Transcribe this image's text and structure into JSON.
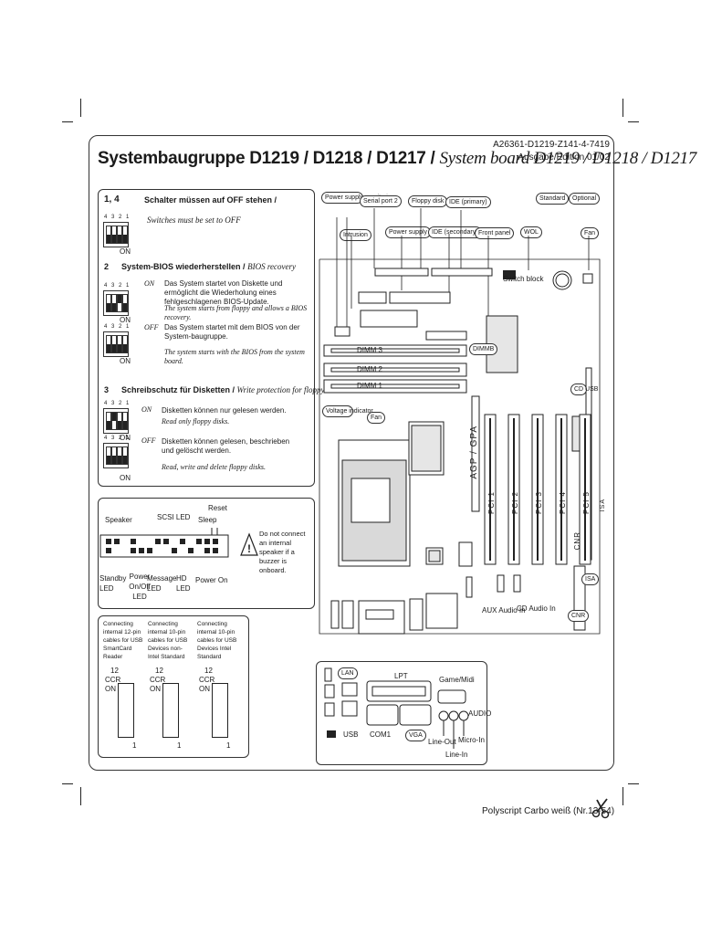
{
  "header": {
    "title_de": "Systembaugruppe D1219 / D1218 / D1217 /",
    "title_en": "System board D1219 / D1218 / D1217",
    "part_number": "A26361-D1219-Z141-4-7419",
    "edition": "Ausgabe/Edition 01/02"
  },
  "switches": {
    "s14": {
      "num": "1, 4",
      "text_de": "Schalter müssen auf OFF stehen /",
      "text_en": "Switches  must be set to OFF"
    },
    "s2": {
      "num": "2",
      "text_de": "System-BIOS wiederherstellen /",
      "text_en": "BIOS recovery",
      "on_label": "ON",
      "on_de": "Das System startet von Diskette und ermöglicht die Wiederholung eines fehlgeschlagenen BIOS-Update.",
      "on_en": "The system starts from floppy and allows a BIOS recovery.",
      "off_label": "OFF",
      "off_de": "Das System startet mit dem BIOS von der System-baugruppe.",
      "off_en": "The system starts with the BIOS from the system board."
    },
    "s3": {
      "num": "3",
      "text_de": "Schreibschutz für Disketten /",
      "text_en": "Write protection for floppy disks",
      "on_label": "ON",
      "on_de": "Disketten können nur gelesen werden.",
      "on_en": "Read only floppy disks.",
      "off_label": "OFF",
      "off_de": "Disketten können gelesen, beschrieben und gelöscht werden.",
      "off_en": "Read, write and delete floppy disks."
    },
    "dip_numbers": "4 3 2 1",
    "on": "ON"
  },
  "front_panel": {
    "reset": "Reset",
    "speaker": "Speaker",
    "scsi_led": "SCSI LED",
    "sleep": "Sleep",
    "standby_led": "Standby LED",
    "power_onoff_led": "Power On/Off LED",
    "message_led": "Message LED",
    "hd_led": "HD LED",
    "power_on": "Power On",
    "warning": "Do not connect an internal speaker if a buzzer is onboard."
  },
  "usb_cables": [
    {
      "text": "Connecting internal 12-pin cables for USB SmartCard Reader",
      "pins": "12",
      "ccr": "CCR",
      "on": "ON",
      "one": "1"
    },
    {
      "text": "Connecting internal 10-pin cables for USB Devices non-Intel Standard",
      "pins": "12",
      "ccr": "CCR",
      "on": "ON",
      "one": "1"
    },
    {
      "text": "Connecting internal 10-pin cables for USB Devices Intel Standard",
      "pins": "12",
      "ccr": "CCR",
      "on": "ON",
      "one": "1"
    }
  ],
  "board_labels": {
    "power_supply_monitoring": "Power supply monitoring",
    "serial_port_2": "Serial port 2",
    "floppy_disk": "Floppy disk",
    "ide_primary": "IDE (primary)",
    "standard": "Standard",
    "optional": "Optional",
    "intrusion": "Intrusion",
    "power_supply": "Power supply",
    "ide_secondary": "IDE (secondary)",
    "front_panel": "Front panel",
    "wol": "WOL",
    "fan_top": "Fan",
    "switch_block": "Switch block",
    "dimm3": "DIMM 3",
    "dimm2": "DIMM 2",
    "dimm1": "DIMM 1",
    "dimmb": "DIMMB",
    "voltage_indicator": "Voltage indicator",
    "fan_mid": "Fan",
    "agp": "AGP / GPA",
    "pci1": "PCI 1",
    "pci2": "PCI 2",
    "pci3": "PCI 3",
    "pci4": "PCI 4",
    "pci5": "PCI 5",
    "isa_v": "ISA",
    "cnr_v": "CNR",
    "cd_usb": "CD USB",
    "isa": "ISA",
    "cnr": "CNR",
    "aux_audio": "AUX Audio In",
    "cd_audio": "CD Audio In"
  },
  "back_panel": {
    "lan": "LAN",
    "lpt": "LPT",
    "game_midi": "Game/Midi",
    "audio": "AUDIO",
    "usb": "USB",
    "com1": "COM1",
    "vga": "VGA",
    "line_out": "Line-Out",
    "micro_in": "Micro-In",
    "line_in": "Line-In"
  },
  "footer": {
    "paper": "Polyscript Carbo weiß (Nr.13-54)"
  }
}
